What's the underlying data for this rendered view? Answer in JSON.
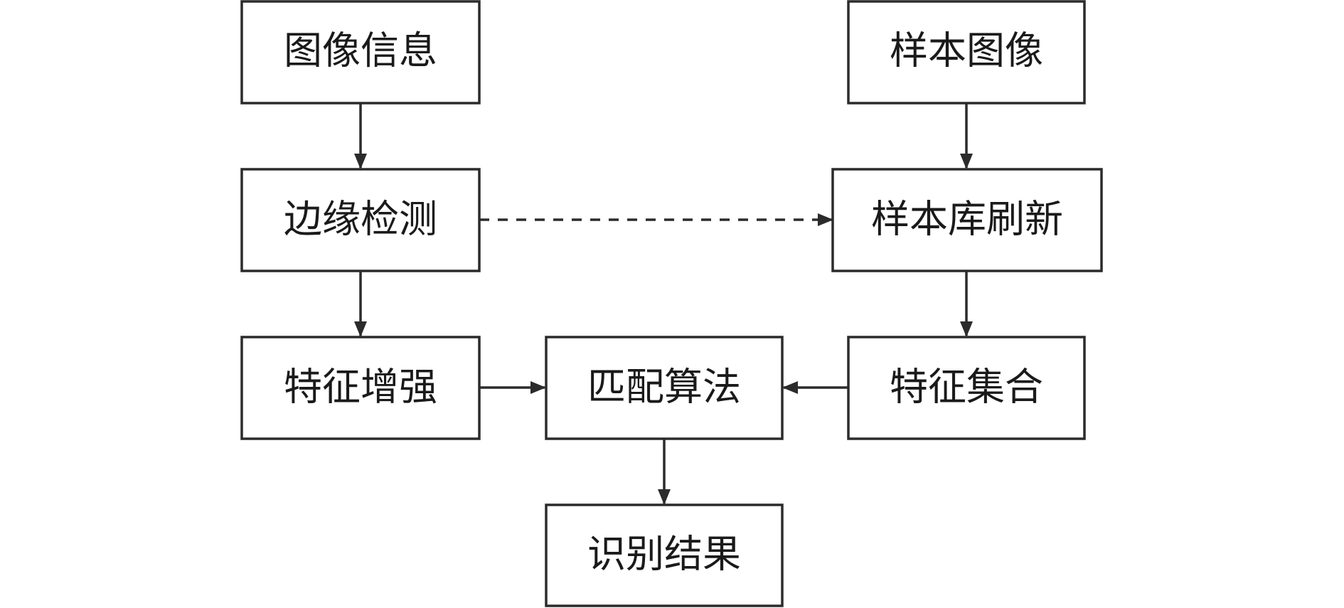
{
  "nodes": {
    "image_info": "图像信息",
    "edge_detection": "边缘检测",
    "feature_enhance": "特征增强",
    "sample_image": "样本图像",
    "sample_lib_refresh": "样本库刷新",
    "feature_set": "特征集合",
    "matching_algorithm": "匹配算法",
    "recognition_result": "识别结果"
  },
  "colors": {
    "stroke": "#2b2b2b",
    "text": "#1a1a1a",
    "background": "#ffffff"
  }
}
